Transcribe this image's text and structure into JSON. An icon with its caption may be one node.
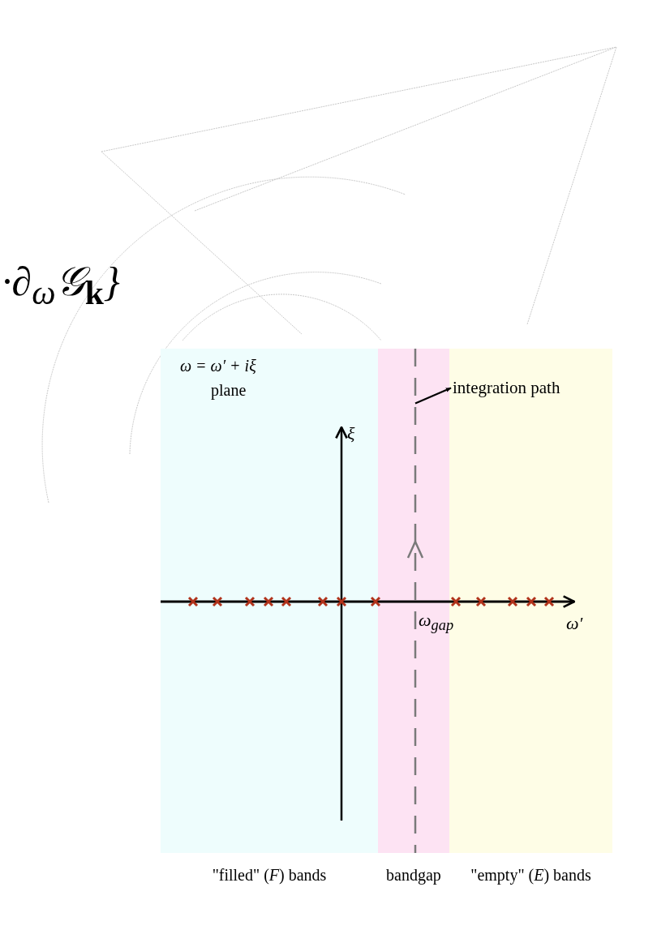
{
  "diagram": {
    "nodes": [
      {
        "text": [
          "\"filled\" (*F*) bands"
        ]
      },
      {
        "text": [
          "bandgap"
        ]
      },
      {
        "text": [
          "\"empty\" (*E*) bands"
        ]
      },
      {
        "text": [
          "integration path"
        ],
        "in": 2
      },
      {
        "text": [],
        "shape": "line",
        "in": 1
      }
    ],
    "edges": [
      {
        "from": 4,
        "to": 3,
        "arrow": "to"
      }
    ],
    "labels": [
      "·∂$_{ω}$𝒢$_{k}$}",
      "ω = ω′ + iξ",
      "plane",
      "ξ",
      "ω′",
      "ω$_{gap}$"
    ]
  }
}
